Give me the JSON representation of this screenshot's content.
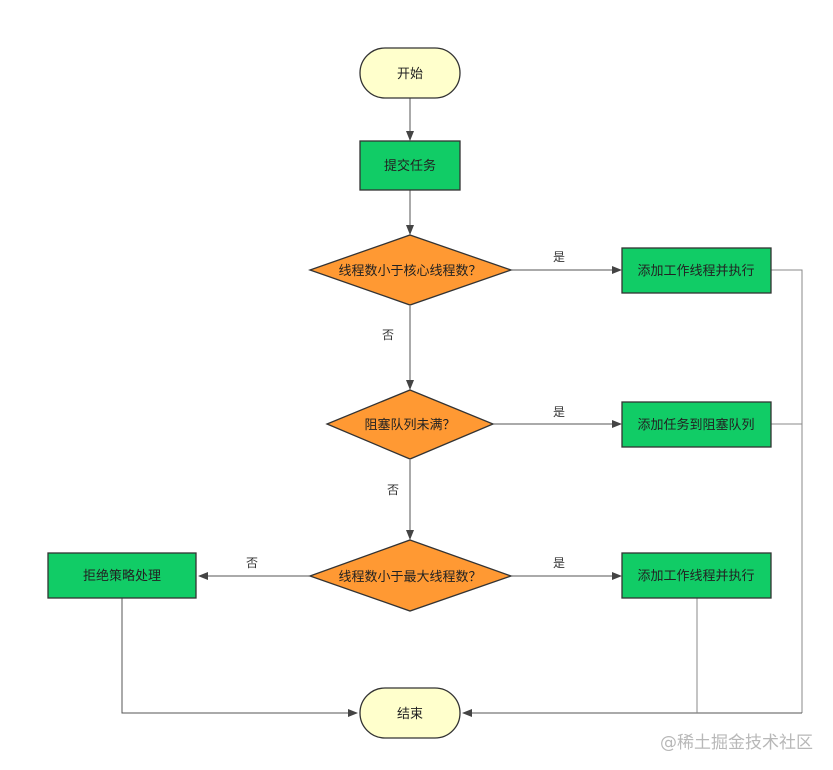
{
  "colors": {
    "terminal_fill": "#ffffcc",
    "process_fill": "#11cc66",
    "decision_fill": "#ff9933",
    "stroke": "#333333",
    "arrow": "#444444",
    "line": "#777777"
  },
  "nodes": {
    "start": "开始",
    "submit": "提交任务",
    "check_core": "线程数小于核心线程数？",
    "add_worker_1": "添加工作线程并执行",
    "check_queue": "阻塞队列未满？",
    "add_queue": "添加任务到阻塞队列",
    "check_max": "线程数小于最大线程数？",
    "add_worker_2": "添加工作线程并执行",
    "reject": "拒绝策略处理",
    "end": "结束"
  },
  "edge_labels": {
    "yes_1": "是",
    "no_1": "否",
    "yes_2": "是",
    "no_2": "否",
    "yes_3": "是",
    "no_3": "否"
  },
  "watermark": "@稀土掘金技术社区"
}
